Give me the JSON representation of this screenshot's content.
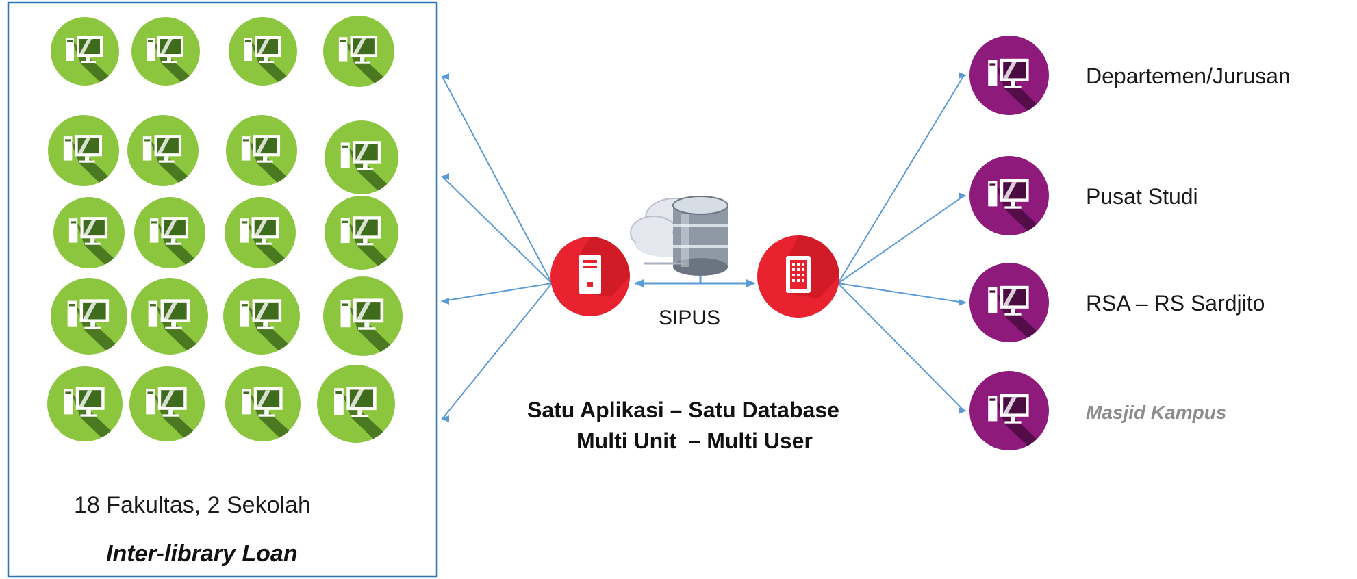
{
  "left_panel": {
    "caption": "18 Fakultas, 2 Sekolah",
    "subcaption": "Inter-library Loan",
    "node_count": 20
  },
  "center": {
    "system_label": "SIPUS",
    "tagline_line1": "Satu Aplikasi – Satu Database",
    "tagline_line2": "Multi Unit  – Multi User"
  },
  "right_units": [
    {
      "label": "Departemen/Jurusan",
      "faded": false
    },
    {
      "label": "Pusat Studi",
      "faded": false
    },
    {
      "label": "RSA – RS Sardjito",
      "faded": false
    },
    {
      "label": "Masjid Kampus",
      "faded": true
    }
  ],
  "colors": {
    "green_node": "#8cc63f",
    "green_shadow": "#3f6b1c",
    "red_node": "#e8232f",
    "purple_node": "#8e1a7c",
    "connector": "#5b9bd5",
    "panel_border": "#2e75b6",
    "faded_text": "#8c8c8c"
  }
}
